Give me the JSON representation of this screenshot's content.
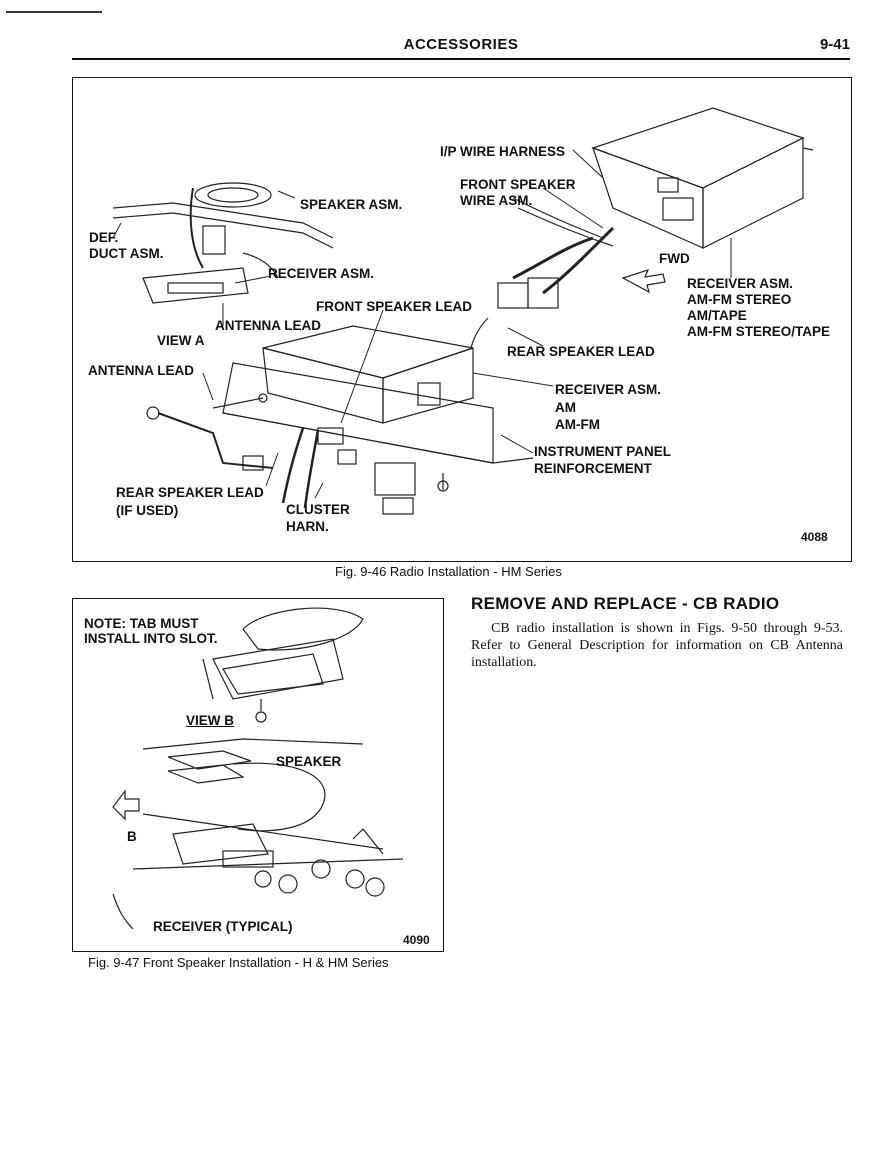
{
  "header": {
    "title": "ACCESSORIES",
    "page_number": "9-41"
  },
  "figure1": {
    "labels": {
      "ip_wire_harness": "I/P WIRE HARNESS",
      "front_speaker_wire_line1": "FRONT SPEAKER",
      "front_speaker_wire_line2": "WIRE ASM.",
      "speaker_asm": "SPEAKER ASM.",
      "def_line1": "DEF.",
      "def_line2": "DUCT ASM.",
      "receiver_asm": "RECEIVER ASM.",
      "fwd": "FWD",
      "receiver_asm_right_1": "RECEIVER ASM.",
      "receiver_asm_right_2": "AM-FM STEREO",
      "receiver_asm_right_3": "AM/TAPE",
      "receiver_asm_right_4": "AM-FM STEREO/TAPE",
      "front_speaker_lead": "FRONT SPEAKER LEAD",
      "antenna_lead_view": "ANTENNA LEAD",
      "view_a": "VIEW A",
      "rear_speaker_lead_right": "REAR SPEAKER LEAD",
      "antenna_lead": "ANTENNA LEAD",
      "receiver_asm_mid_1": "RECEIVER ASM.",
      "receiver_asm_mid_2": "AM",
      "receiver_asm_mid_3": "AM-FM",
      "ip_reinforcement_1": "INSTRUMENT PANEL",
      "ip_reinforcement_2": "REINFORCEMENT",
      "rear_speaker_lead_1": "REAR SPEAKER LEAD",
      "rear_speaker_lead_2": "(IF USED)",
      "cluster_harn_1": "CLUSTER",
      "cluster_harn_2": "HARN.",
      "fig_number": "4088"
    },
    "caption": "Fig. 9-46 Radio Installation - HM Series"
  },
  "figure2": {
    "labels": {
      "note_line1": "NOTE: TAB MUST",
      "note_line2": "INSTALL INTO SLOT.",
      "view_b": "VIEW B",
      "speaker": "SPEAKER",
      "b_marker": "B",
      "receiver_typical": "RECEIVER (TYPICAL)",
      "fig_number": "4090"
    },
    "caption": "Fig. 9-47 Front Speaker Installation - H & HM Series"
  },
  "section": {
    "heading": "REMOVE AND REPLACE - CB RADIO",
    "body": "CB radio installation is shown in Figs. 9-50 through 9-53. Refer to General Description for information on CB Antenna installation."
  }
}
